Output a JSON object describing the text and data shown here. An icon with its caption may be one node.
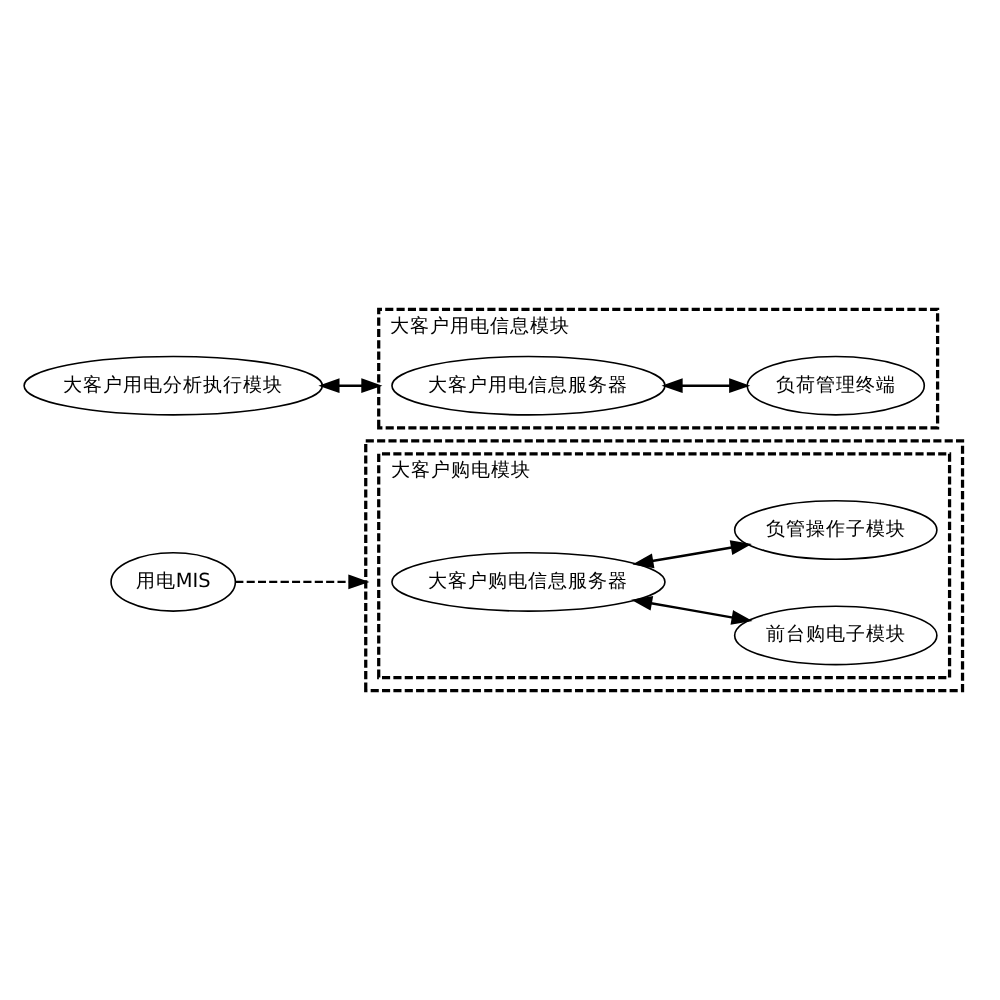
{
  "diagram": {
    "nodes": [
      {
        "text": [],
        "shape": "box"
      },
      {
        "text": [
          "大客户购电模块"
        ],
        "in": 0
      },
      {
        "text": [
          "大客户购电信息服务器"
        ],
        "in": 1
      },
      {
        "text": [
          "前台购电子模块"
        ],
        "in": 1
      },
      {
        "text": [
          "负管操作子模块"
        ],
        "in": 1
      },
      {
        "text": [
          "大客户用电分析执行模块"
        ]
      },
      {
        "text": [
          "大客户用电信息模块"
        ]
      },
      {
        "text": [
          "大客户用电信息服务器"
        ],
        "in": 6
      },
      {
        "text": [
          "负荷管理终端"
        ],
        "in": 6
      },
      {
        "text": [
          "用电MIS"
        ]
      }
    ],
    "edges": [
      {
        "from": 2,
        "to": 3,
        "arrow": "both"
      },
      {
        "from": 2,
        "to": 4,
        "arrow": "both"
      },
      {
        "from": 5,
        "to": 6,
        "arrow": "both"
      },
      {
        "from": 7,
        "to": 8,
        "arrow": "both"
      },
      {
        "from": 9,
        "to": 0,
        "arrow": "to",
        "style": "dashed"
      }
    ]
  }
}
